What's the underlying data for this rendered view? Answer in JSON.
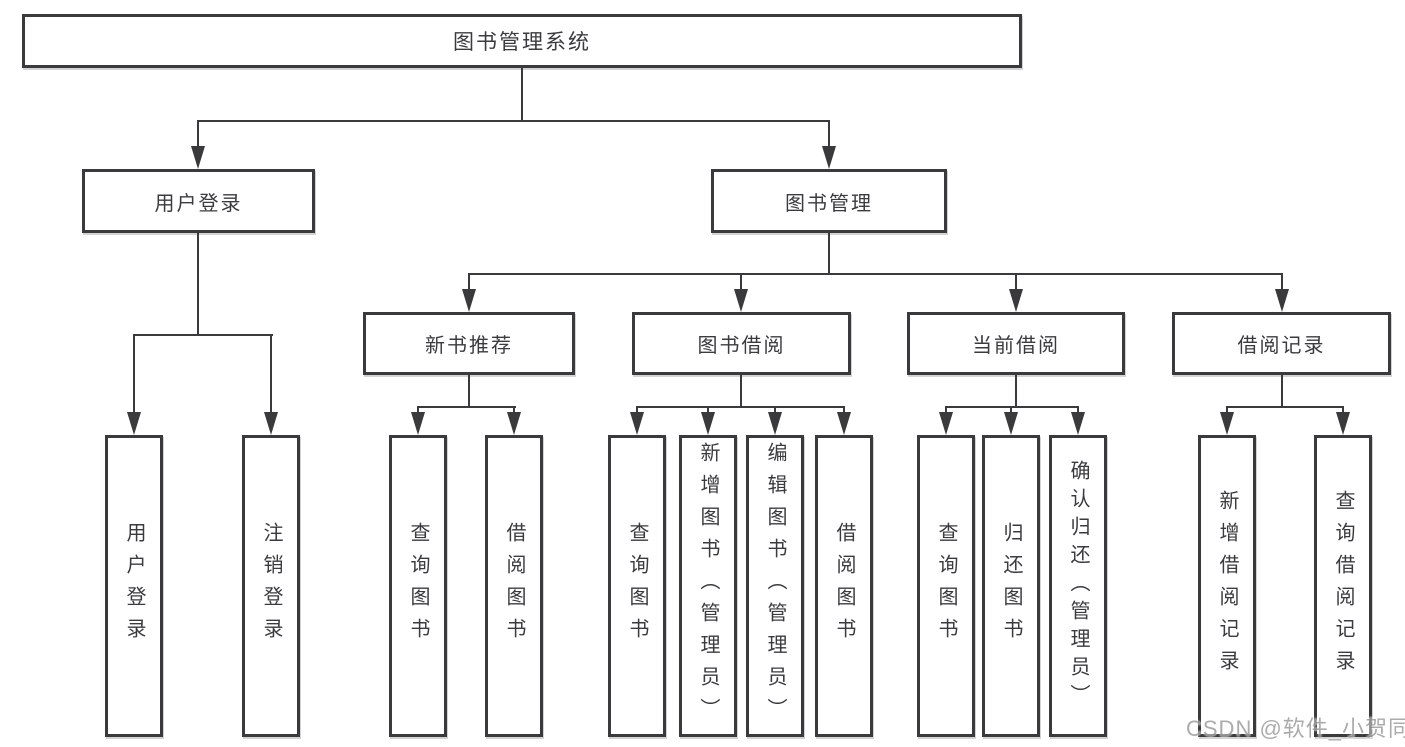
{
  "nodes": {
    "root": "图书管理系统",
    "level2": [
      "用户登录",
      "图书管理"
    ],
    "level3": [
      "新书推荐",
      "图书借阅",
      "当前借阅",
      "借阅记录"
    ],
    "leaves": [
      [
        "用户登录",
        "注销登录"
      ],
      [
        "查询图书",
        "借阅图书"
      ],
      [
        "查询图书",
        "新增图书（管理员）",
        "编辑图书（管理员）",
        "借阅图书"
      ],
      [
        "查询图书",
        "归还图书",
        "确认归还（管理员）"
      ],
      [
        "新增借阅记录",
        "查询借阅记录"
      ]
    ]
  },
  "watermark": "CSDN @软件_小贺同学",
  "colors": {
    "line": "#3a3a3c",
    "text": "#3b3b3f",
    "background": "#ffffff",
    "watermark": "#9d9d9d"
  }
}
